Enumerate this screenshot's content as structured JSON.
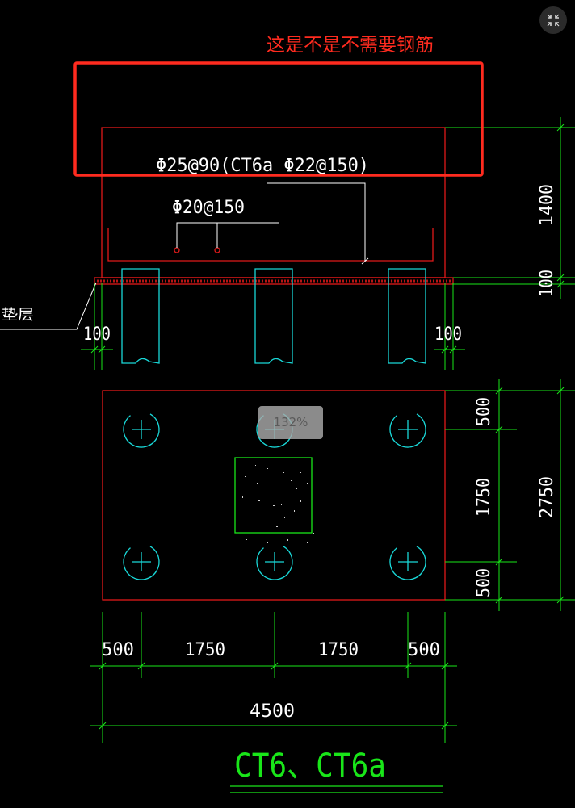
{
  "annotation": {
    "question": "这是不是不需要钢筋",
    "box_color": "#ff2b1f"
  },
  "viewer": {
    "zoom": "132%",
    "fullscreen_icon": "fullscreen-exit-icon"
  },
  "drawing": {
    "title": "CT6、CT6a",
    "section": {
      "top_rebar": "Φ25@90(CT6a Φ22@150)",
      "bottom_rebar": "Φ20@150",
      "cushion_label": "垫层",
      "overhang_left": "100",
      "overhang_right": "100",
      "height_cap": "1400",
      "height_cushion": "100"
    },
    "plan": {
      "dims_bottom": [
        "500",
        "1750",
        "1750",
        "500"
      ],
      "dim_total_width": "4500",
      "dims_right": [
        "500",
        "1750",
        "500"
      ],
      "dim_total_height": "2750"
    },
    "colors": {
      "outline": "#e01a1a",
      "dimension": "#19e619",
      "pile": "#19d8d8",
      "text": "#ffffff"
    }
  }
}
